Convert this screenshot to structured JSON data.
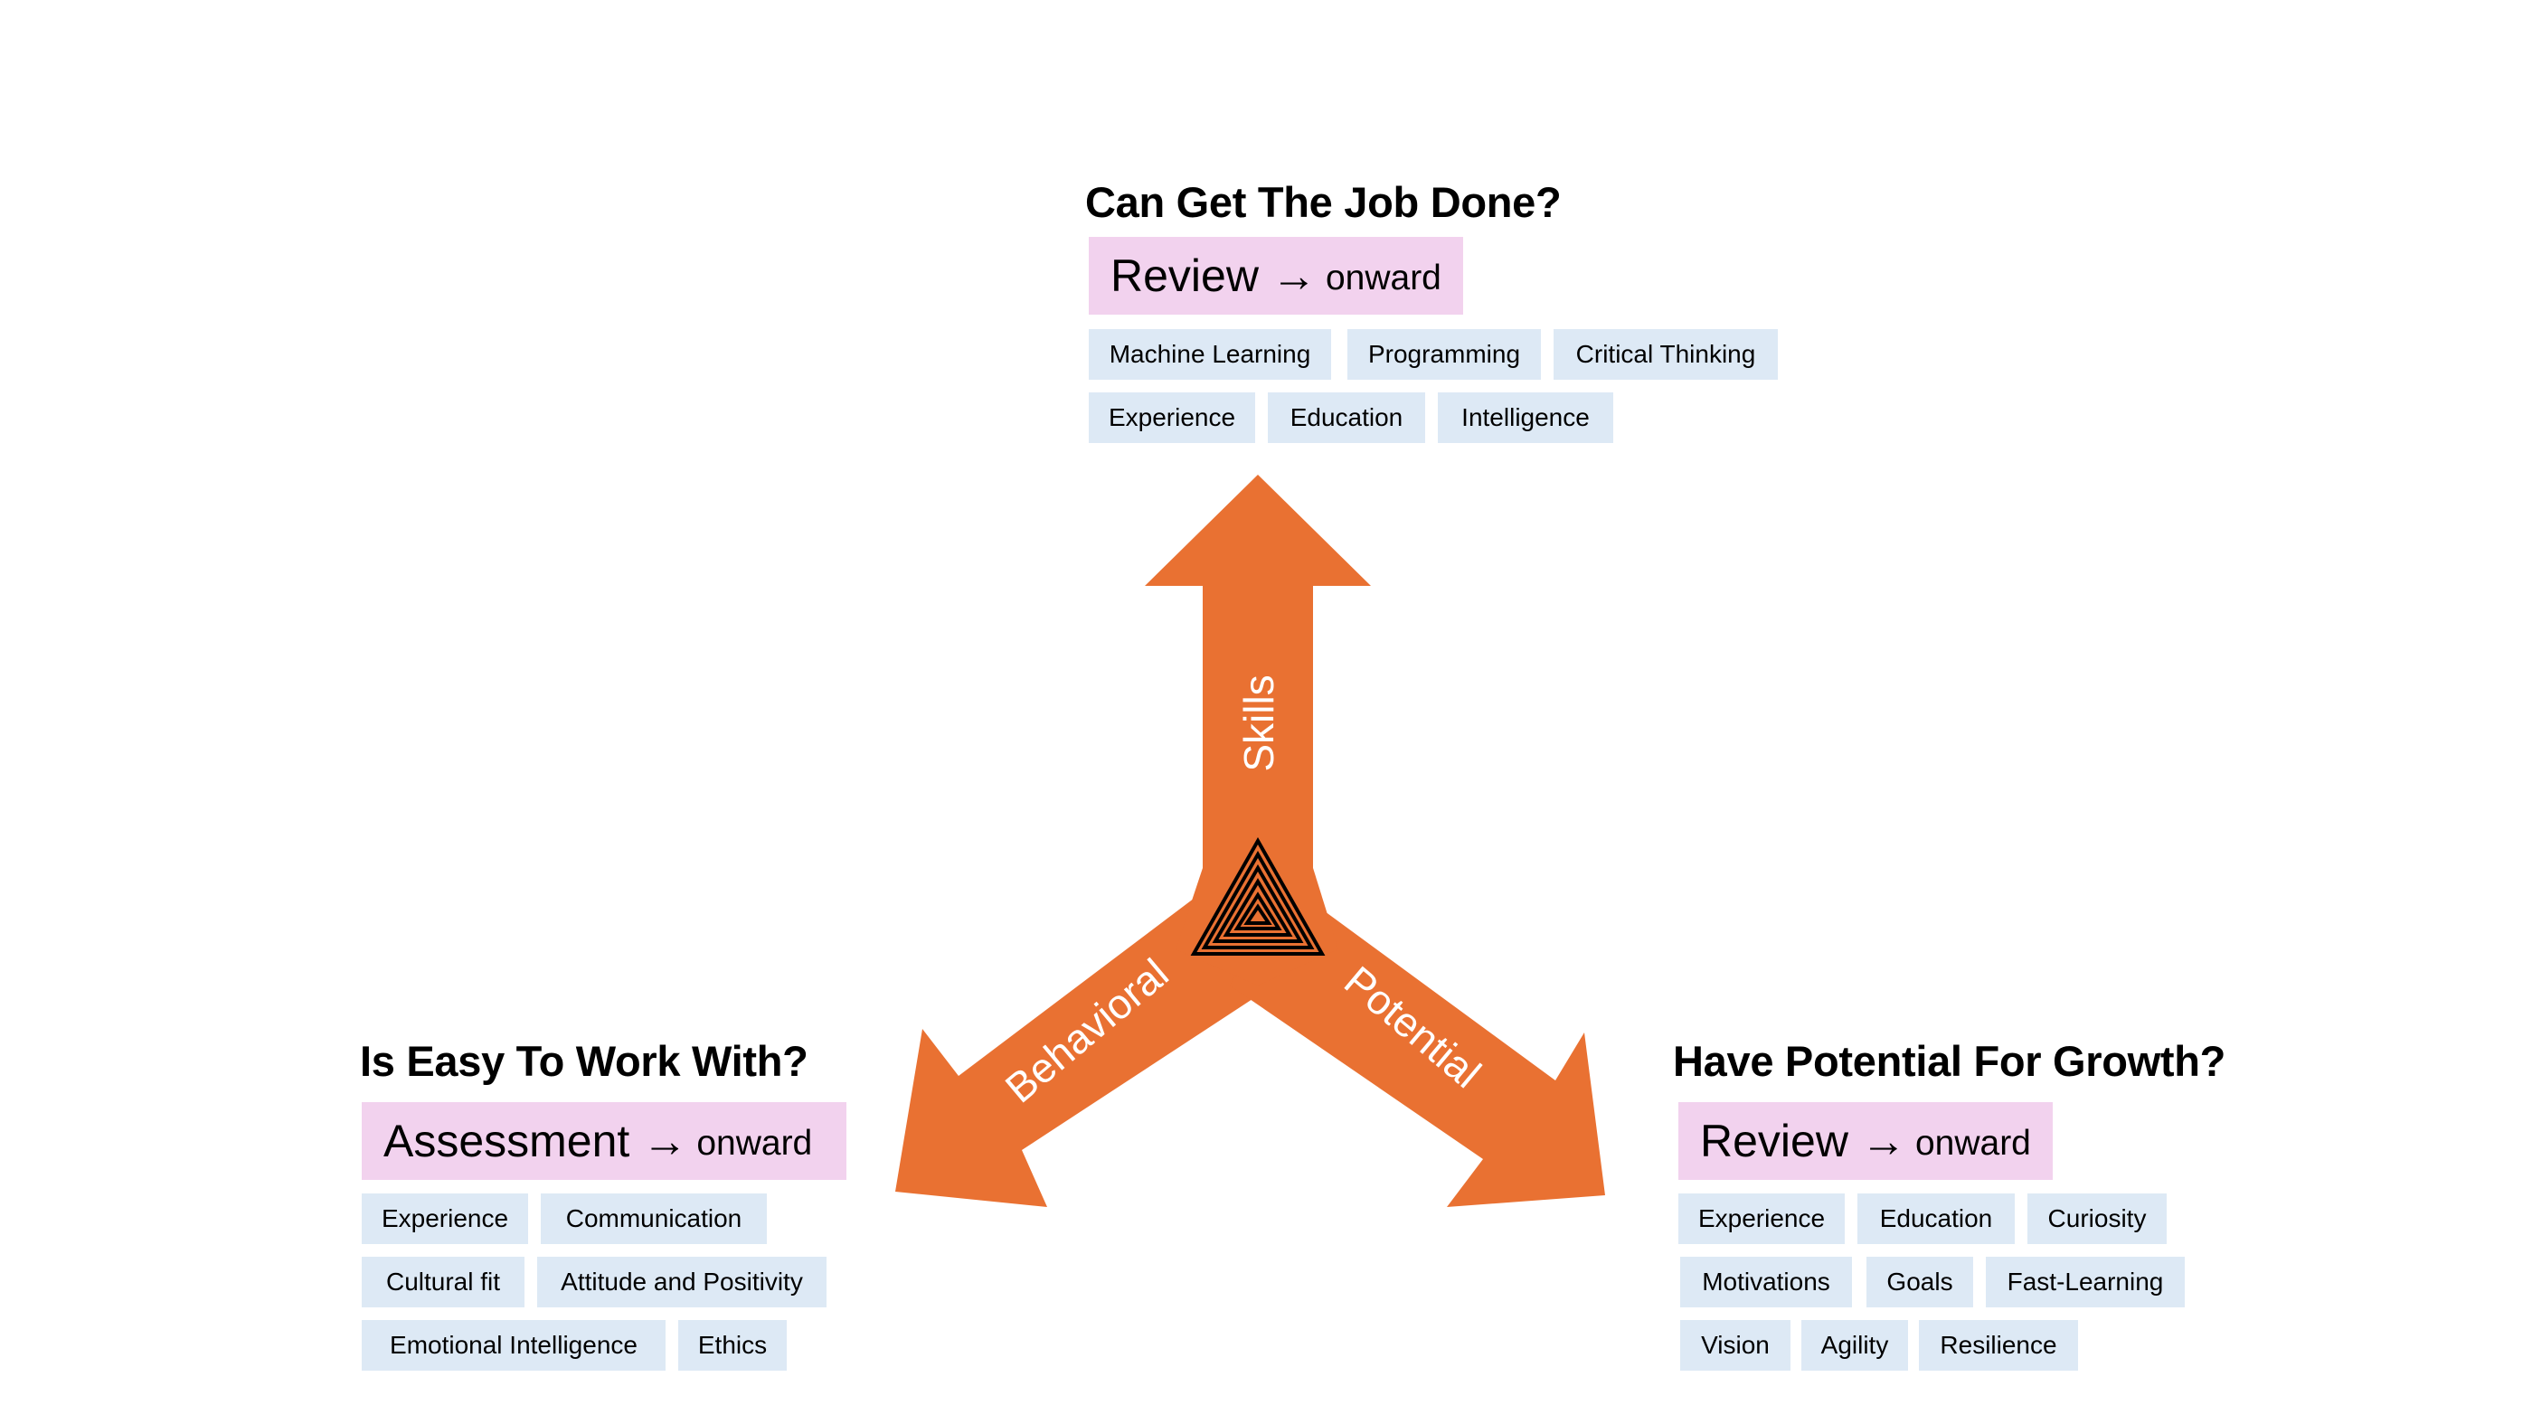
{
  "colors": {
    "arrow": "#e97132",
    "stage_bg": "#f2d2ee",
    "tag_bg": "#dde9f5",
    "emblem": "#000000"
  },
  "arrow_labels": {
    "top": "Skills",
    "left": "Behavioral",
    "right": "Potential"
  },
  "emblem_icon": "nested-triangles-icon",
  "top": {
    "heading": "Can Get The Job Done?",
    "stage": "Review",
    "arrow_glyph": "→",
    "onward": "onward",
    "tags": [
      "Machine Learning",
      "Programming",
      "Critical Thinking",
      "Experience",
      "Education",
      "Intelligence"
    ]
  },
  "left": {
    "heading": "Is Easy To Work With?",
    "stage": "Assessment",
    "arrow_glyph": "→",
    "onward": "onward",
    "tags": [
      "Experience",
      "Communication",
      "Cultural fit",
      "Attitude and Positivity",
      "Emotional Intelligence",
      "Ethics"
    ]
  },
  "right": {
    "heading": "Have Potential For Growth?",
    "stage": "Review",
    "arrow_glyph": "→",
    "onward": "onward",
    "tags": [
      "Experience",
      "Education",
      "Curiosity",
      "Motivations",
      "Goals",
      "Fast-Learning",
      "Vision",
      "Agility",
      "Resilience"
    ]
  }
}
